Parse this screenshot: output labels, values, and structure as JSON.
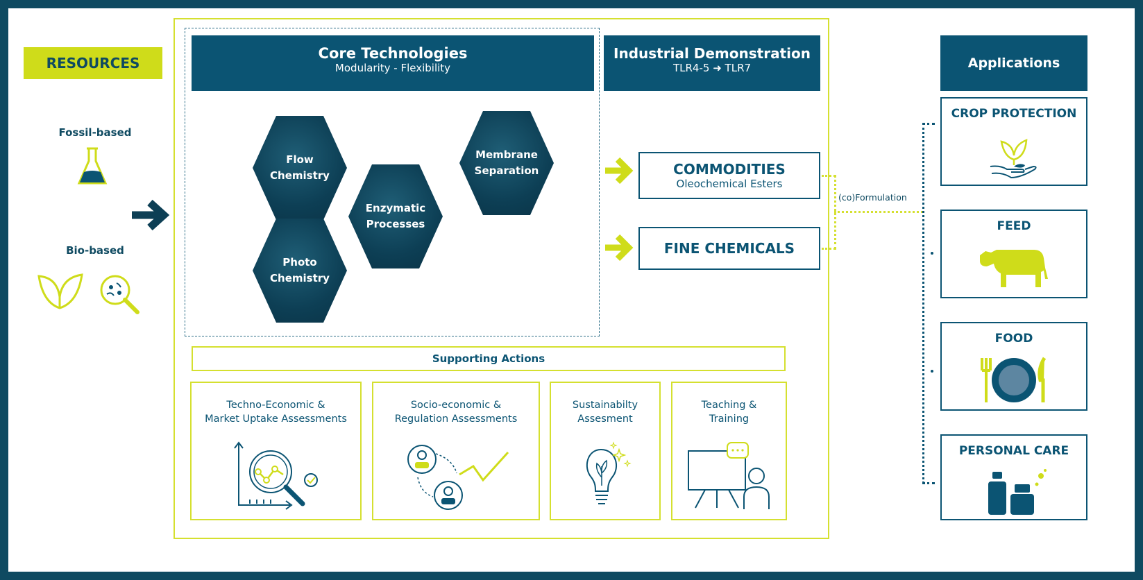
{
  "colors": {
    "navy": "#0b5473",
    "dark_bg": "#0f4a61",
    "lime": "#cfdc1a"
  },
  "resources": {
    "title": "RESOURCES",
    "fossil_label": "Fossil-based",
    "bio_label": "Bio-based"
  },
  "core": {
    "title": "Core Technologies",
    "subtitle": "Modularity - Flexibility",
    "hexes": {
      "flow": "Flow\nChemistry",
      "membrane": "Membrane\nSeparation",
      "enzymatic": "Enzymatic\nProcesses",
      "photo": "Photo\nChemistry"
    }
  },
  "industrial": {
    "title": "Industrial Demonstration",
    "subtitle_left": "TLR4-5",
    "subtitle_right": "TLR7"
  },
  "outputs": {
    "commodities_title": "COMMODITIES",
    "commodities_sub": "Oleochemical Esters",
    "fine_title": "FINE CHEMICALS",
    "formulation": "(co)Formulation"
  },
  "supporting": {
    "title": "Supporting Actions",
    "cards": [
      {
        "text": "Techno-Economic &\nMarket Uptake Assessments",
        "icon": "magnifier-chart-icon"
      },
      {
        "text": "Socio-economic &\nRegulation Assessments",
        "icon": "people-trend-icon"
      },
      {
        "text": "Sustainabilty\nAssesment",
        "icon": "leaf-bulb-icon"
      },
      {
        "text": "Teaching &\nTraining",
        "icon": "presentation-icon"
      }
    ]
  },
  "applications": {
    "title": "Applications",
    "items": [
      {
        "label": "CROP PROTECTION",
        "icon": "plant-hand-icon"
      },
      {
        "label": "FEED",
        "icon": "cow-icon"
      },
      {
        "label": "FOOD",
        "icon": "plate-cutlery-icon"
      },
      {
        "label": "PERSONAL CARE",
        "icon": "bottles-icon"
      }
    ]
  }
}
